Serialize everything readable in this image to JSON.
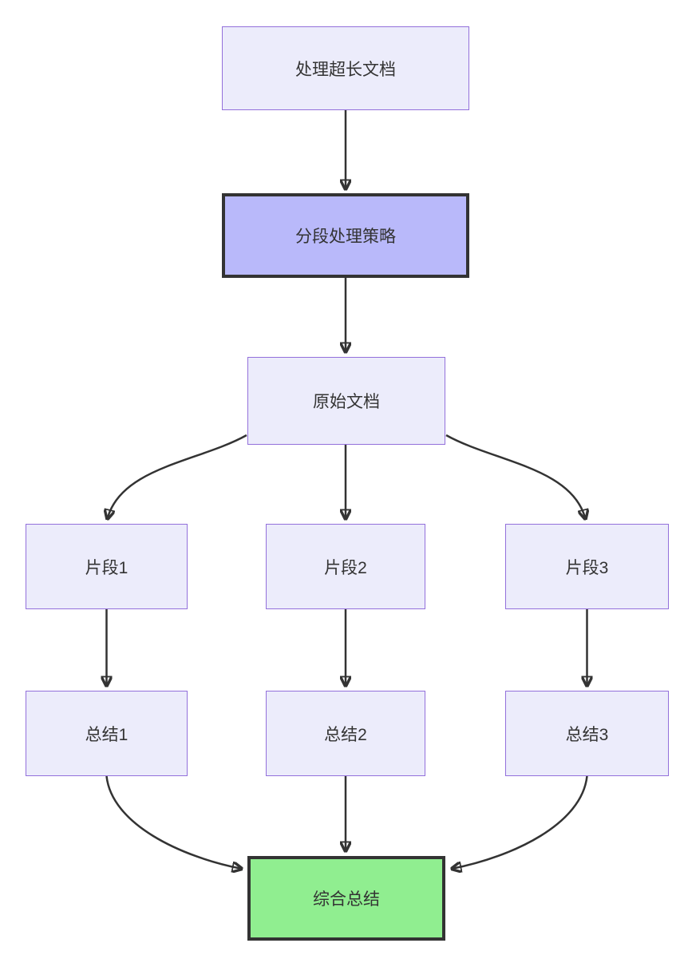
{
  "diagram": {
    "type": "flowchart-top-down",
    "nodes": {
      "root": {
        "label": "处理超长文档"
      },
      "strategy": {
        "label": "分段处理策略"
      },
      "original": {
        "label": "原始文档"
      },
      "frag1": {
        "label": "片段1"
      },
      "frag2": {
        "label": "片段2"
      },
      "frag3": {
        "label": "片段3"
      },
      "sum1": {
        "label": "总结1"
      },
      "sum2": {
        "label": "总结2"
      },
      "sum3": {
        "label": "总结3"
      },
      "final": {
        "label": "综合总结"
      }
    },
    "edges": [
      {
        "from": "root",
        "to": "strategy"
      },
      {
        "from": "strategy",
        "to": "original"
      },
      {
        "from": "original",
        "to": "frag1"
      },
      {
        "from": "original",
        "to": "frag2"
      },
      {
        "from": "original",
        "to": "frag3"
      },
      {
        "from": "frag1",
        "to": "sum1"
      },
      {
        "from": "frag2",
        "to": "sum2"
      },
      {
        "from": "frag3",
        "to": "sum3"
      },
      {
        "from": "sum1",
        "to": "final"
      },
      {
        "from": "sum2",
        "to": "final"
      },
      {
        "from": "sum3",
        "to": "final"
      }
    ]
  },
  "colors": {
    "node_fill": "#ececfb",
    "node_border": "#9370DB",
    "highlight_fill": "#b9b9fa",
    "highlight_border": "#333333",
    "final_fill": "#90EE90",
    "final_border": "#333333",
    "edge_color": "#333333",
    "text_color": "#333333",
    "bg_color": "#ffffff"
  }
}
